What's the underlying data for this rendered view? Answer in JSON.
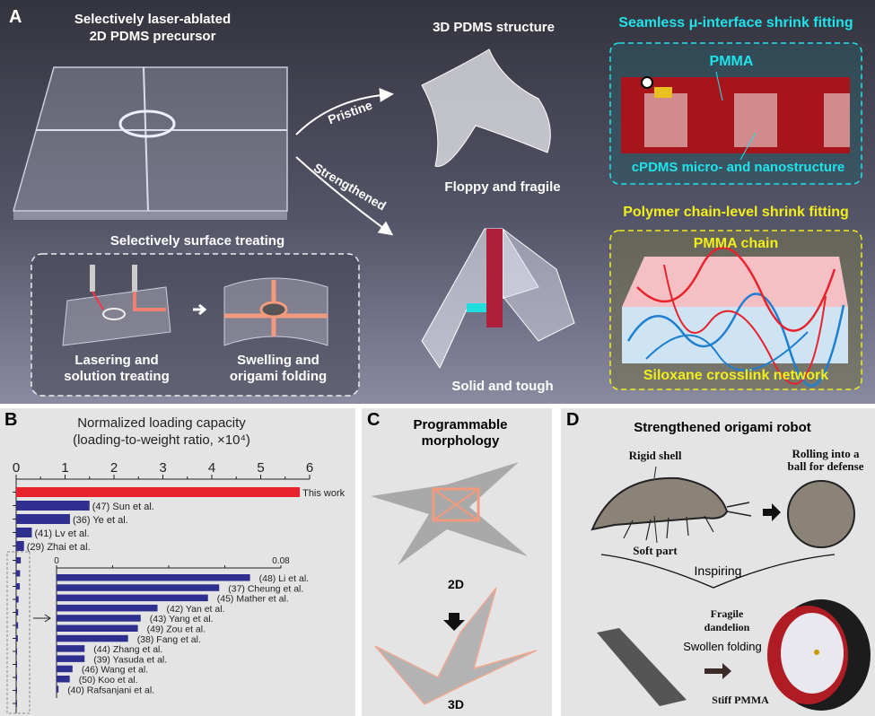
{
  "panel_a": {
    "label": "A",
    "precursor_title": "Selectively laser-ablated\n2D PDMS precursor",
    "structure_title": "3D PDMS structure",
    "pristine": "Pristine",
    "strengthened": "Strengthened",
    "floppy": "Floppy and fragile",
    "solid": "Solid and tough",
    "surface_title": "Selectively surface treating",
    "lasering": "Lasering and\nsolution treating",
    "swelling": "Swelling and\norigami folding",
    "seamless_title": "Seamless μ-interface shrink fitting",
    "pmma": "PMMA",
    "cpdms": "cPDMS micro- and nanostructure",
    "polymer_title": "Polymer chain-level shrink fitting",
    "pmma_chain": "PMMA chain",
    "siloxane": "Siloxane crosslink network"
  },
  "panel_b": {
    "label": "B"
  },
  "panel_c": {
    "label": "C",
    "title": "Programmable\nmorphology",
    "label_2d": "2D",
    "label_3d": "3D"
  },
  "panel_d": {
    "label": "D",
    "title": "Strengthened origami robot",
    "rigid_shell": "Rigid shell",
    "rolling": "Rolling into a\nball for defense",
    "soft_part": "Soft part",
    "inspiring": "Inspiring",
    "fragile": "Fragile\ndandelion",
    "swollen": "Swollen folding",
    "stiff": "Stiff PMMA"
  },
  "colors": {
    "highlight": "#e8222c",
    "bars": "#2e2f8f",
    "cyan": "#1ee3ea",
    "yellow": "#f2ee1a"
  },
  "chart_data": [
    {
      "type": "bar",
      "orientation": "horizontal",
      "title": "Normalized loading capacity",
      "xlabel": "(loading-to-weight ratio, ×10⁴)",
      "xlim": [
        0,
        6
      ],
      "ticks": [
        "0",
        "1",
        "2",
        "3",
        "4",
        "5",
        "6"
      ],
      "categories": [
        "This work",
        "(47) Sun et al.",
        "(36) Ye et al.",
        "(41) Lv et al.",
        "(29) Zhai et al."
      ],
      "values": [
        5.8,
        1.5,
        1.1,
        0.32,
        0.16
      ]
    },
    {
      "type": "bar",
      "orientation": "horizontal",
      "title": "inset",
      "xlim": [
        0,
        0.08
      ],
      "ticks": [
        "0",
        "0.08"
      ],
      "categories": [
        "(48) Li et al.",
        "(37) Cheung et al.",
        "(45) Mather et al.",
        "(42) Yan et al.",
        "(43) Yang et al.",
        "(49) Zou et al.",
        "(38) Fang et al.",
        "(44) Zhang et al.",
        "(39) Yasuda et al.",
        "(46) Wang et al.",
        "(50) Koo et al.",
        "(40) Rafsanjani et al."
      ],
      "values": [
        0.069,
        0.058,
        0.054,
        0.036,
        0.03,
        0.029,
        0.0255,
        0.01,
        0.01,
        0.0057,
        0.0047,
        0.0007
      ]
    }
  ]
}
